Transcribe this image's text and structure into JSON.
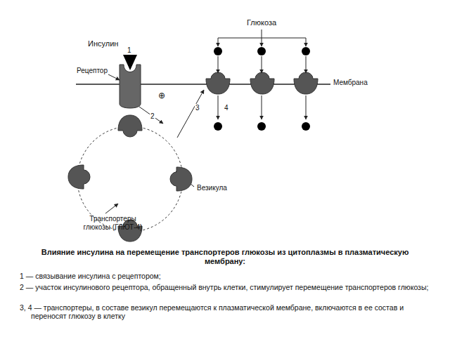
{
  "diagram": {
    "caption": "Влияние инсулина на перемещение транспортеров глюкозы из цитоплазмы в плазматическую мембрану:",
    "labels": [
      "Глюкоза",
      "Инсулин",
      "1",
      "Рецептор",
      "Мембрана",
      "2",
      "⊕",
      "3",
      "4",
      "Везикула",
      "Транспортеры глюкозы (ГЛЮТ-4)",
      "1 — связывание инсулина с рецептором;",
      "2 — участок инсулинового рецептора, обращенный внутрь клетки, стимулирует перемещение транспортеров глюкозы;",
      "3, 4 — транспортеры, в составе везикул перемещаются к плазматической мембране, включаются в ее состав и переносят глюкозу в клетку"
    ]
  }
}
